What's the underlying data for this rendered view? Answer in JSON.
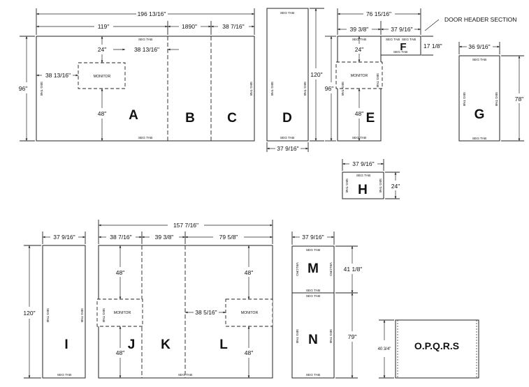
{
  "tab_label": "SEG TAB",
  "velcro_label": "VELCRO",
  "monitor_label": "MONITOR",
  "door_header_note": "DOOR HEADER SECTION",
  "panels": {
    "A": "A",
    "B": "B",
    "C": "C",
    "D": "D",
    "E": "E",
    "F": "F",
    "G": "G",
    "H": "H",
    "I": "I",
    "J": "J",
    "K": "K",
    "L": "L",
    "M": "M",
    "N": "N",
    "OPQRS": "O.P.Q.R.S"
  },
  "dims": {
    "abc_total": "196 13/16\"",
    "a_width": "119\"",
    "b_width": "1890\"",
    "c_width": "38 7/16\"",
    "abc_height": "96\"",
    "a_mon_top": "24\"",
    "a_mon_width": "38 13/16\"",
    "a_mon_left": "38 13/16\"",
    "a_mon_bottom": "48\"",
    "d_height": "120\"",
    "d_width": "37 9/16\"",
    "ef_total": "76 15/16\"",
    "e_width": "39 3/8\"",
    "f_width": "37 9/16\"",
    "f_height": "17 1/8\"",
    "e_height": "96\"",
    "e_mon_top": "24\"",
    "e_mon_bottom": "48\"",
    "g_width": "36 9/16\"",
    "g_height": "78\"",
    "h_width": "37 9/16\"",
    "h_height": "24\"",
    "i_width": "37 9/16\"",
    "i_height": "120\"",
    "jkl_total": "157 7/16\"",
    "j_width": "38 7/16\"",
    "k_width": "39 3/8\"",
    "l_width": "79 5/8\"",
    "j_mon_top": "48\"",
    "j_mon_bottom": "48\"",
    "l_mon_top": "48\"",
    "l_mon_bottom": "48\"",
    "l_mon_width": "38 5/16\"",
    "mn_width": "37 9/16\"",
    "m_height": "41 1/8\"",
    "n_height": "79\"",
    "opqrs_height": "40 3/4\""
  }
}
